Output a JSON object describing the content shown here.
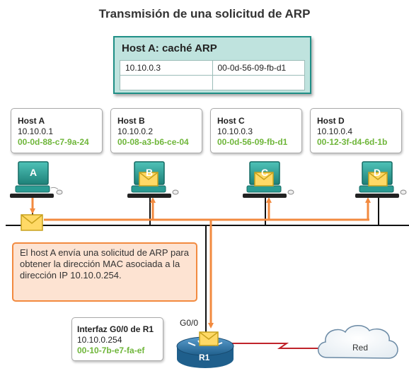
{
  "title": "Transmisión de una solicitud de ARP",
  "arp_cache": {
    "title": "Host A: caché ARP",
    "rows": [
      {
        "ip": "10.10.0.3",
        "mac": "00-0d-56-09-fb-d1"
      },
      {
        "ip": "",
        "mac": ""
      }
    ]
  },
  "hosts": [
    {
      "name": "Host A",
      "ip": "10.10.0.1",
      "mac": "00-0d-88-c7-9a-24",
      "letter": "A"
    },
    {
      "name": "Host B",
      "ip": "10.10.0.2",
      "mac": "00-08-a3-b6-ce-04",
      "letter": "B"
    },
    {
      "name": "Host C",
      "ip": "10.10.0.3",
      "mac": "00-0d-56-09-fb-d1",
      "letter": "C"
    },
    {
      "name": "Host D",
      "ip": "10.10.0.4",
      "mac": "00-12-3f-d4-6d-1b",
      "letter": "D"
    }
  ],
  "message": "El host A envía una solicitud de ARP para obtener la dirección MAC asociada a la dirección IP 10.10.0.254.",
  "router": {
    "interface_title": "Interfaz G0/0 de R1",
    "ip": "10.10.0.254",
    "mac": "00-10-7b-e7-fa-ef",
    "port_label": "G0/0",
    "name": "R1"
  },
  "cloud_label": "Red",
  "colors": {
    "accent_orange": "#f28a3f",
    "mac_green": "#6fb63a",
    "cache_teal": "#1f8f86",
    "computer_teal": "#2a9c93",
    "router_blue": "#2f6f9c"
  }
}
